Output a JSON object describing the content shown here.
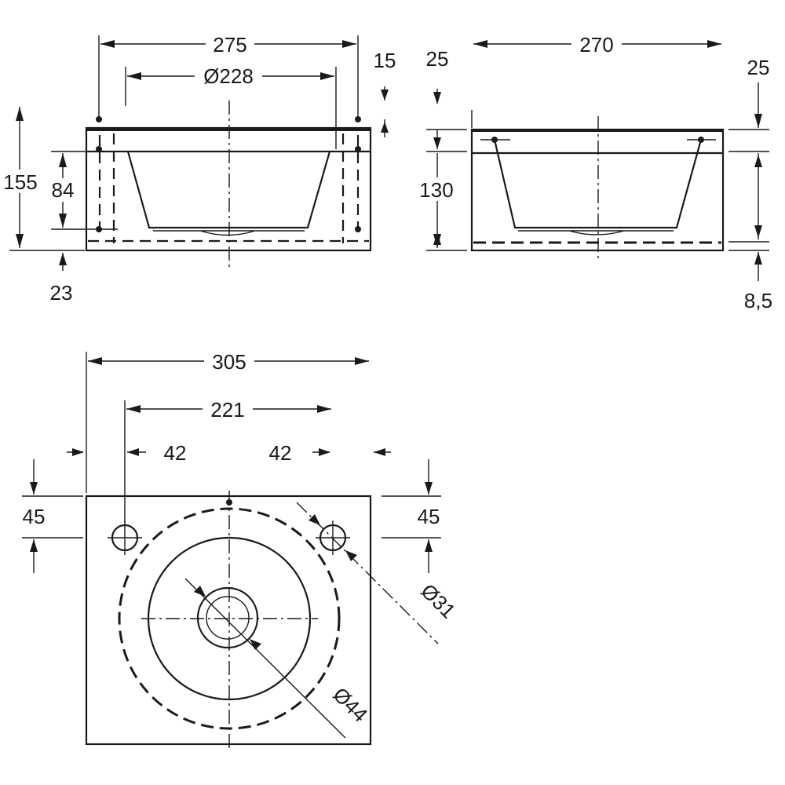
{
  "front_view": {
    "overall_width": "275",
    "bowl_diameter": "Ø228",
    "rim_thickness": "15",
    "overall_height": "155",
    "bowl_depth": "84",
    "base_offset": "23"
  },
  "side_view": {
    "overall_depth": "270",
    "rim_left": "25",
    "rim_right": "25",
    "height": "130",
    "base_offset": "8,5"
  },
  "top_view": {
    "overall_width": "305",
    "hole_spacing": "221",
    "left_hole_offset": "42",
    "right_hole_offset": "42",
    "left_hole_depth": "45",
    "right_hole_depth": "45",
    "tap_hole_diameter": "Ø31",
    "drain_diameter": "Ø44"
  }
}
